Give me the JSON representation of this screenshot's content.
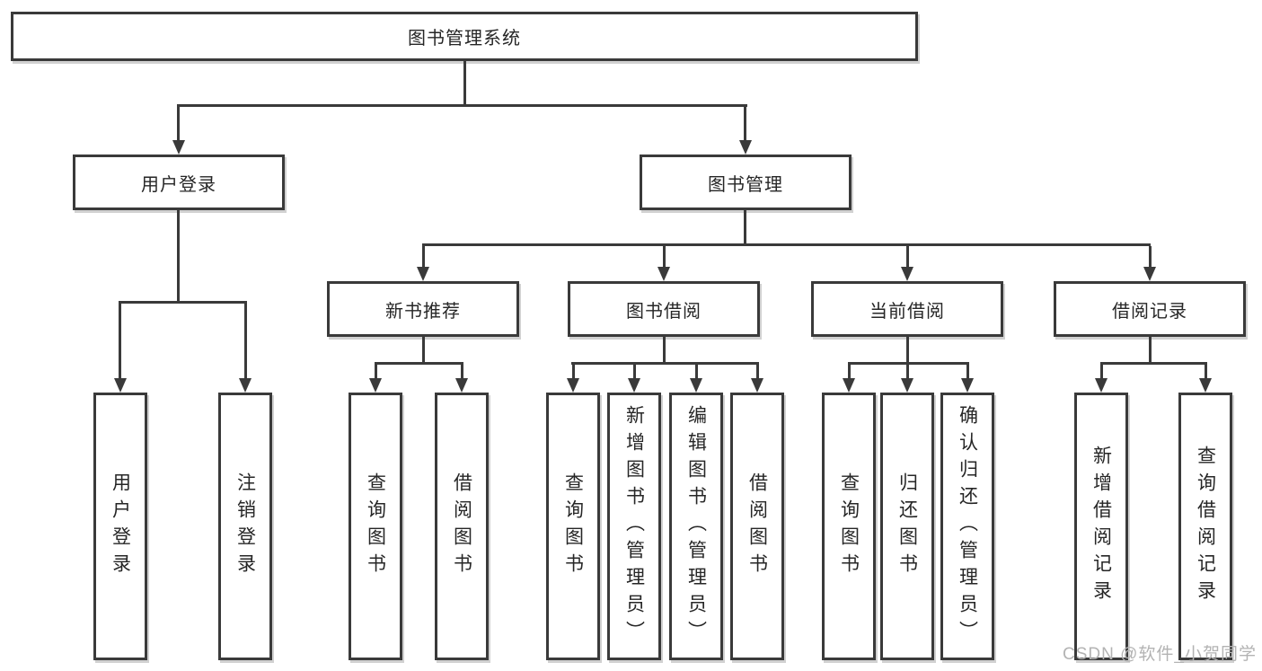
{
  "diagram": {
    "nodes": {
      "root": "图书管理系统",
      "user_login": "用户登录",
      "book_mgmt": "图书管理",
      "new_book": "新书推荐",
      "book_borrow": "图书借阅",
      "current_borrow": "当前借阅",
      "borrow_record": "借阅记录",
      "leaf_user_login": "用户登录",
      "leaf_logout": "注销登录",
      "leaf_query_book_a": "查询图书",
      "leaf_borrow_book_a": "借阅图书",
      "leaf_query_book_b": "查询图书",
      "leaf_add_book": "新增图书（管理员）",
      "leaf_edit_book": "编辑图书（管理员）",
      "leaf_borrow_book_b": "借阅图书",
      "leaf_query_book_c": "查询图书",
      "leaf_return_book": "归还图书",
      "leaf_confirm_return": "确认归还（管理员）",
      "leaf_add_record": "新增借阅记录",
      "leaf_query_record": "查询借阅记录"
    },
    "watermark": "CSDN @软件_小贺同学",
    "colors": {
      "line": "#3a3a3a",
      "text": "#262626",
      "background": "#ffffff",
      "watermark": "#b3b3b3"
    }
  }
}
